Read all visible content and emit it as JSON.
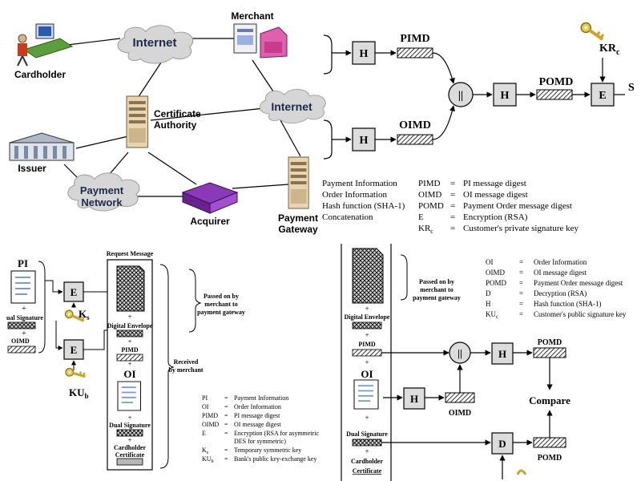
{
  "network": {
    "cardholder": "Cardholder",
    "merchant": "Merchant",
    "internet_1": "Internet",
    "internet_2": "Internet",
    "certificate_authority": [
      "Certificate",
      "Authority"
    ],
    "issuer": "Issuer",
    "payment_network": [
      "Payment",
      "Network"
    ],
    "acquirer": "Acquirer",
    "payment_gateway": [
      "Payment",
      "Gateway"
    ]
  },
  "dual_signature": {
    "h": "H",
    "concat": "||",
    "e": "E",
    "pimd": "PIMD",
    "oimd": "OIMD",
    "pomd": "POMD",
    "kr_base": "KR",
    "kr_sub": "c",
    "s": "S",
    "legend_left": [
      "Payment Information",
      "Order Information",
      "Hash function (SHA-1)",
      "Concatenation"
    ],
    "legend_right": [
      {
        "abbr": "PIMD",
        "eq": "=",
        "desc": "PI message digest"
      },
      {
        "abbr": "OIMD",
        "eq": "=",
        "desc": "OI message digest"
      },
      {
        "abbr": "POMD",
        "eq": "=",
        "desc": "Payment Order message digest"
      },
      {
        "abbr": "E",
        "eq": "=",
        "desc": "Encryption (RSA)"
      },
      {
        "abbr": "KR",
        "sub": "c",
        "eq": "=",
        "desc": "Customer's private signature key"
      }
    ]
  },
  "request": {
    "pi": "PI",
    "dual_signature": "ual Signature",
    "plus": "+",
    "oimd": "OIMD",
    "e": "E",
    "ks_base": "K",
    "ks_sub": "s",
    "kub_base": "KU",
    "kub_sub": "b",
    "request_message": "Request Message",
    "digital_envelope": "Digital Envelope",
    "pimd": "PIMD",
    "oi": "OI",
    "dual_signature_full": "Dual Signature",
    "cardholder_certificate": [
      "Cardholder",
      "Certificate"
    ],
    "passed_on": [
      "Passed on by",
      "merchant to",
      "payment gateway"
    ],
    "received": [
      "Received",
      "by merchant"
    ],
    "legend": [
      {
        "abbr": "PI",
        "eq": "=",
        "desc": "Payment Information"
      },
      {
        "abbr": "OI",
        "eq": "=",
        "desc": "Order Information"
      },
      {
        "abbr": "PIMD",
        "eq": "=",
        "desc": "PI message digest"
      },
      {
        "abbr": "OIMD",
        "eq": "=",
        "desc": "OI message digest"
      },
      {
        "abbr": "E",
        "eq": "=",
        "desc": "Encryption (RSA for asymmetric"
      },
      {
        "abbr": "",
        "eq": "",
        "desc": "DES for symmetric)"
      },
      {
        "abbr": "K",
        "sub": "s",
        "eq": "=",
        "desc": "Temporary symmetric key"
      },
      {
        "abbr": "KU",
        "sub": "b",
        "eq": "=",
        "desc": "Bank's public key-exchange key"
      }
    ]
  },
  "verify": {
    "passed_on": [
      "Passed on by",
      "merchant to",
      "payment gateway"
    ],
    "digital_envelope": "Digital Envelope",
    "plus": "+",
    "pimd": "PIMD",
    "oi": "OI",
    "h": "H",
    "d": "D",
    "concat": "||",
    "oimd": "OIMD",
    "pomd": "POMD",
    "compare": "Compare",
    "dual_signature": "Dual Signature",
    "cardholder_certificate": [
      "Cardholder",
      "Certificate"
    ],
    "legend": [
      {
        "abbr": "OI",
        "eq": "=",
        "desc": "Order Information"
      },
      {
        "abbr": "OIMD",
        "eq": "=",
        "desc": "OI message digest"
      },
      {
        "abbr": "POMD",
        "eq": "=",
        "desc": "Payment Order message digest"
      },
      {
        "abbr": "D",
        "eq": "=",
        "desc": "Decryption (RSA)"
      },
      {
        "abbr": "H",
        "eq": "=",
        "desc": "Hash function (SHA-1)"
      },
      {
        "abbr": "KU",
        "sub": "c",
        "eq": "=",
        "desc": "Customer's public signature key"
      }
    ]
  }
}
